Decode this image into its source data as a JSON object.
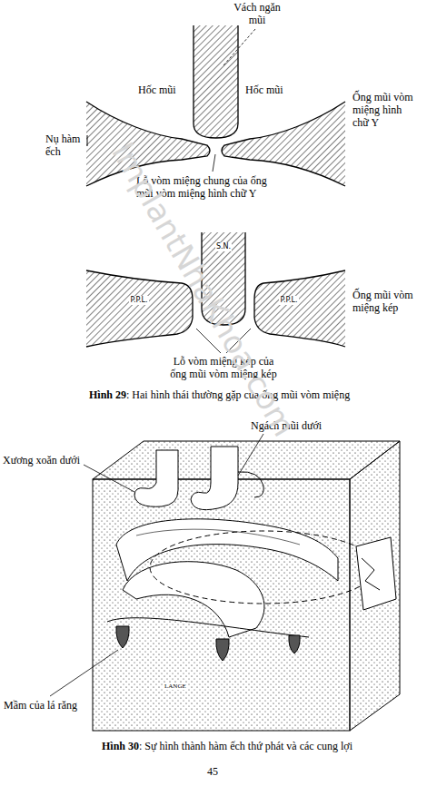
{
  "diagram": {
    "nodes": [
      {
        "text": [
          "S.N."
        ]
      },
      {
        "text": [
          "P.P.L."
        ]
      },
      {
        "text": [
          "P.P.L."
        ]
      }
    ],
    "labels": [
      "Vách ngăn mũi",
      "Hốc mũi",
      "Hốc mũi",
      "Nụ hàm ếch",
      "Ống mũi vòm miệng hình chữ Y",
      "Lỗ vòm miệng chung của ống mũi vòm miệng hình chữ Y",
      "Ống mũi vòm miệng kép",
      "Lỗ vòm miệng kép của ống mũi vòm miệng kép",
      "Hình 29",
      ": Hai hình thái thường gặp của ống mũi vòm miệng",
      "Ngách mũi dưới",
      "Xương xoăn dưới",
      "Mầm của lá răng",
      "LANGE",
      "Hình 30",
      ": Sự hình thành hàm ếch thứ phát và các cung lợi",
      "45",
      "ImplantNhaKhoa.com"
    ]
  }
}
